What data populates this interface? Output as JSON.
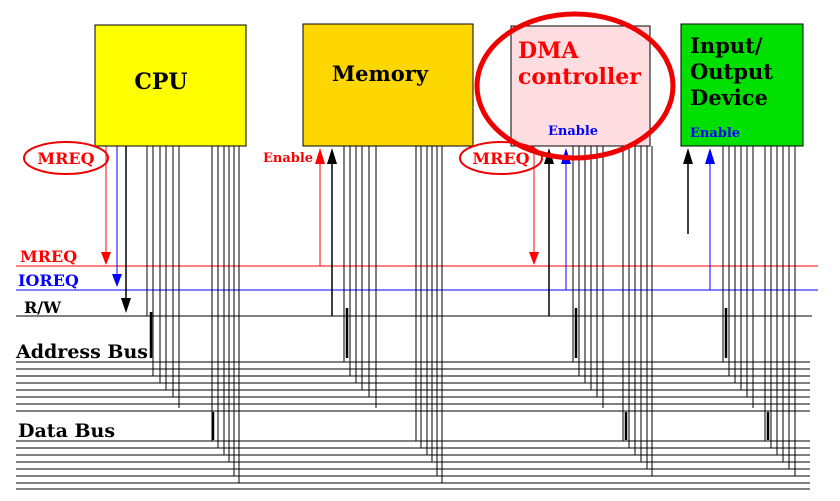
{
  "blocks": {
    "cpu": {
      "label": "CPU",
      "fill": "#ffff00"
    },
    "memory": {
      "label": "Memory",
      "fill": "#ffd700"
    },
    "dma": {
      "label_line1": "DMA",
      "label_line2": "controller",
      "fill": "#ffdde0",
      "text_color": "#ff0000"
    },
    "io": {
      "label_line1": "Input/",
      "label_line2": "Output",
      "label_line3": "Device",
      "fill": "#00e000"
    }
  },
  "enable_labels": {
    "memory": "Enable",
    "dma": "Enable",
    "io": "Enable"
  },
  "mreq_tags": {
    "cpu": "MREQ",
    "dma": "MREQ"
  },
  "bus_labels": {
    "mreq": "MREQ",
    "ioreq": "IOREQ",
    "rw": "R/W",
    "address": "Address Bus",
    "data": "Data Bus"
  },
  "colors": {
    "mreq": "#ff0000",
    "ioreq": "#0000ff",
    "line": "#000000",
    "highlight": "#ee0000"
  }
}
